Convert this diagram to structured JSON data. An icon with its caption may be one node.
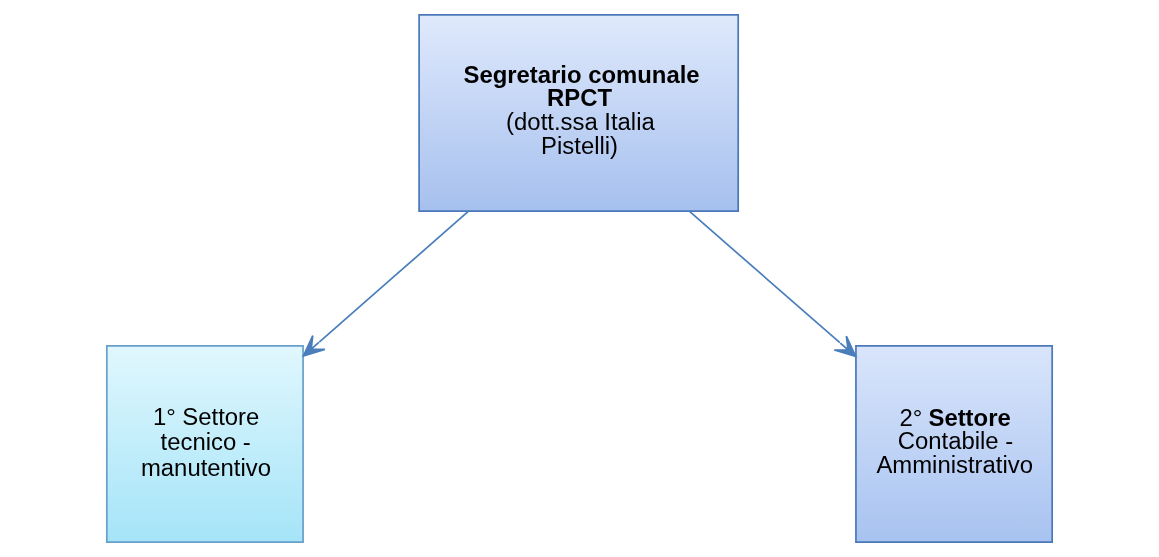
{
  "diagram": {
    "nodes": [
      {
        "text": [
          "Segretario comunale RPCT",
          "(dott.ssa Italia Pistelli)"
        ]
      },
      {
        "text": [
          "1° Settore tecnico - manutentivo"
        ]
      },
      {
        "text": [
          "2° **Settore** Contabile - Amministrativo"
        ]
      }
    ],
    "edges": [
      {
        "from": 0,
        "to": 1,
        "arrow": "to"
      },
      {
        "from": 0,
        "to": 2,
        "arrow": "to"
      }
    ]
  }
}
